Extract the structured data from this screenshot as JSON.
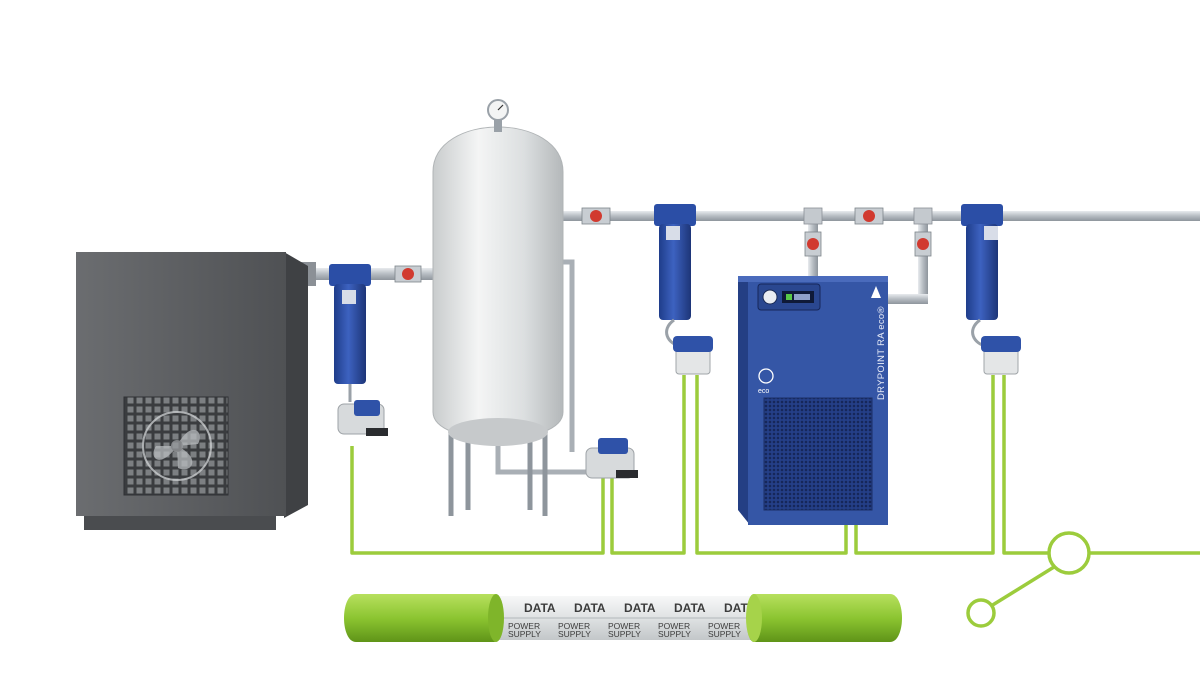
{
  "cable": {
    "data_label": "DATA",
    "power_line1": "POWER",
    "power_line2": "SUPPLY"
  },
  "dryer": {
    "brand_text": "DRYPOINT  RA eco®",
    "eco_badge": "eco"
  },
  "colors": {
    "signal_line": "#9ccc3c",
    "filter_blue": "#2f52a8",
    "dryer_blue": "#3556a6",
    "compressor_gray": "#595b5e",
    "tank_white": "#e4e6e6",
    "pipe_steel": "#b8bec4",
    "valve_red": "#d13a2f"
  }
}
